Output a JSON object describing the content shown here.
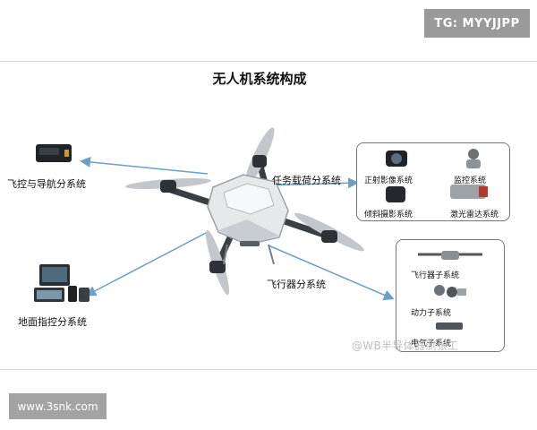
{
  "tg_badge": "TG: MYYJJPP",
  "site_badge": "www.3snk.com",
  "diagram": {
    "title": "无人机系统构成",
    "subsystems": {
      "flight_control": "飞控与导航分系统",
      "ground_control": "地面指控分系统",
      "mission_payload": "任务载荷分系统",
      "aircraft": "飞行器分系统"
    },
    "payload_items": [
      "正射影像系统",
      "监控系统",
      "倾斜摄影系统",
      "激光雷达系统"
    ],
    "aircraft_items": [
      "飞行器子系统",
      "动力子系统",
      "电气子系统"
    ]
  },
  "watermark": "@WB半导体器测张工",
  "colors": {
    "arrow": "#6a9fc8",
    "drone_body": "#e6e8ea",
    "drone_arm": "#3b3f44"
  }
}
